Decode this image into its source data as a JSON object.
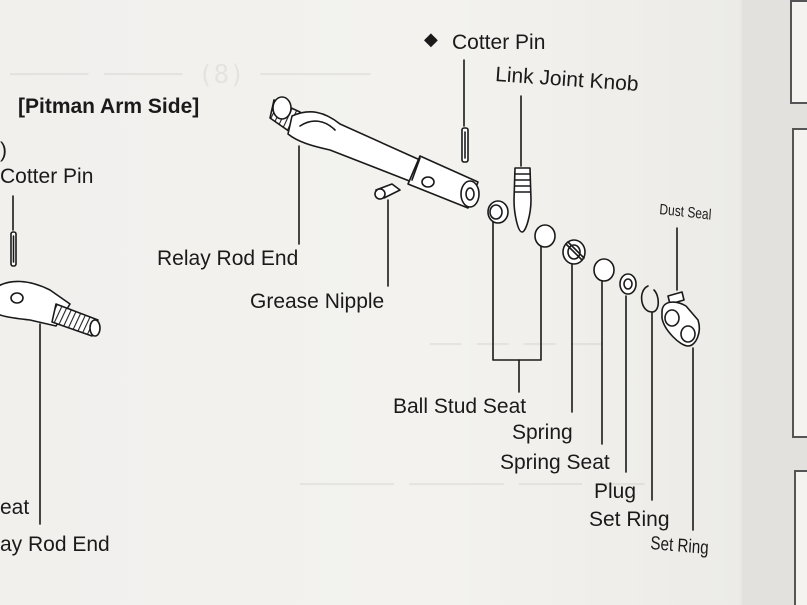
{
  "heading": "[Pitman Arm Side]",
  "labels": {
    "cotter_pin_top": "Cotter Pin",
    "link_joint_knob": "Link Joint Knob",
    "dust_seal": "Dust Seal",
    "cotter_pin_left": "Cotter Pin",
    "relay_rod_end": "Relay Rod End",
    "grease_nipple": "Grease Nipple",
    "ball_stud_seat": "Ball Stud Seat",
    "spring": "Spring",
    "spring_seat": "Spring Seat",
    "plug": "Plug",
    "set_ring_1": "Set Ring",
    "set_ring_2": "Set Ring",
    "eat_fragment": "eat",
    "relay_rod_end_fragment": "ay Rod End"
  },
  "symbols": {
    "diamond": "◆",
    "left_fragment": ")"
  },
  "colors": {
    "ink": "#1a1a1a",
    "paper": "#f2f1ee"
  }
}
